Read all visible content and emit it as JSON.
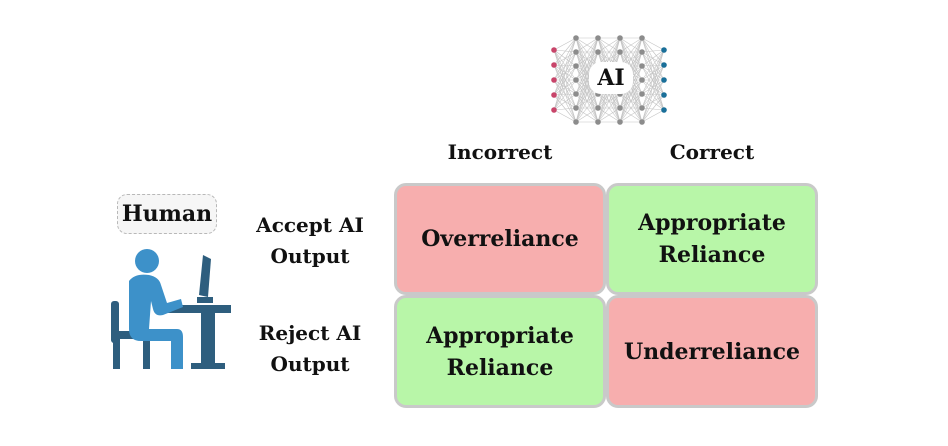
{
  "ai_icon": {
    "label": "AI",
    "icon": "neural-network-icon",
    "input_color": "#c8456a",
    "output_color": "#1a6f99",
    "node_color": "#8c8c8c"
  },
  "human": {
    "label": "Human",
    "icon": "person-at-computer-icon",
    "icon_color": "#3d91c9",
    "furniture_color": "#2e5e7e"
  },
  "columns": [
    "Incorrect",
    "Correct"
  ],
  "rows": [
    {
      "label_lines": [
        "Accept AI",
        "Output"
      ],
      "cells": [
        {
          "lines": [
            "Overreliance"
          ],
          "color": "#f7aeae"
        },
        {
          "lines": [
            "Appropriate",
            "Reliance"
          ],
          "color": "#b8f6a8"
        }
      ]
    },
    {
      "label_lines": [
        "Reject AI",
        "Output"
      ],
      "cells": [
        {
          "lines": [
            "Appropriate",
            "Reliance"
          ],
          "color": "#b8f6a8"
        },
        {
          "lines": [
            "Underreliance"
          ],
          "color": "#f7aeae"
        }
      ]
    }
  ]
}
